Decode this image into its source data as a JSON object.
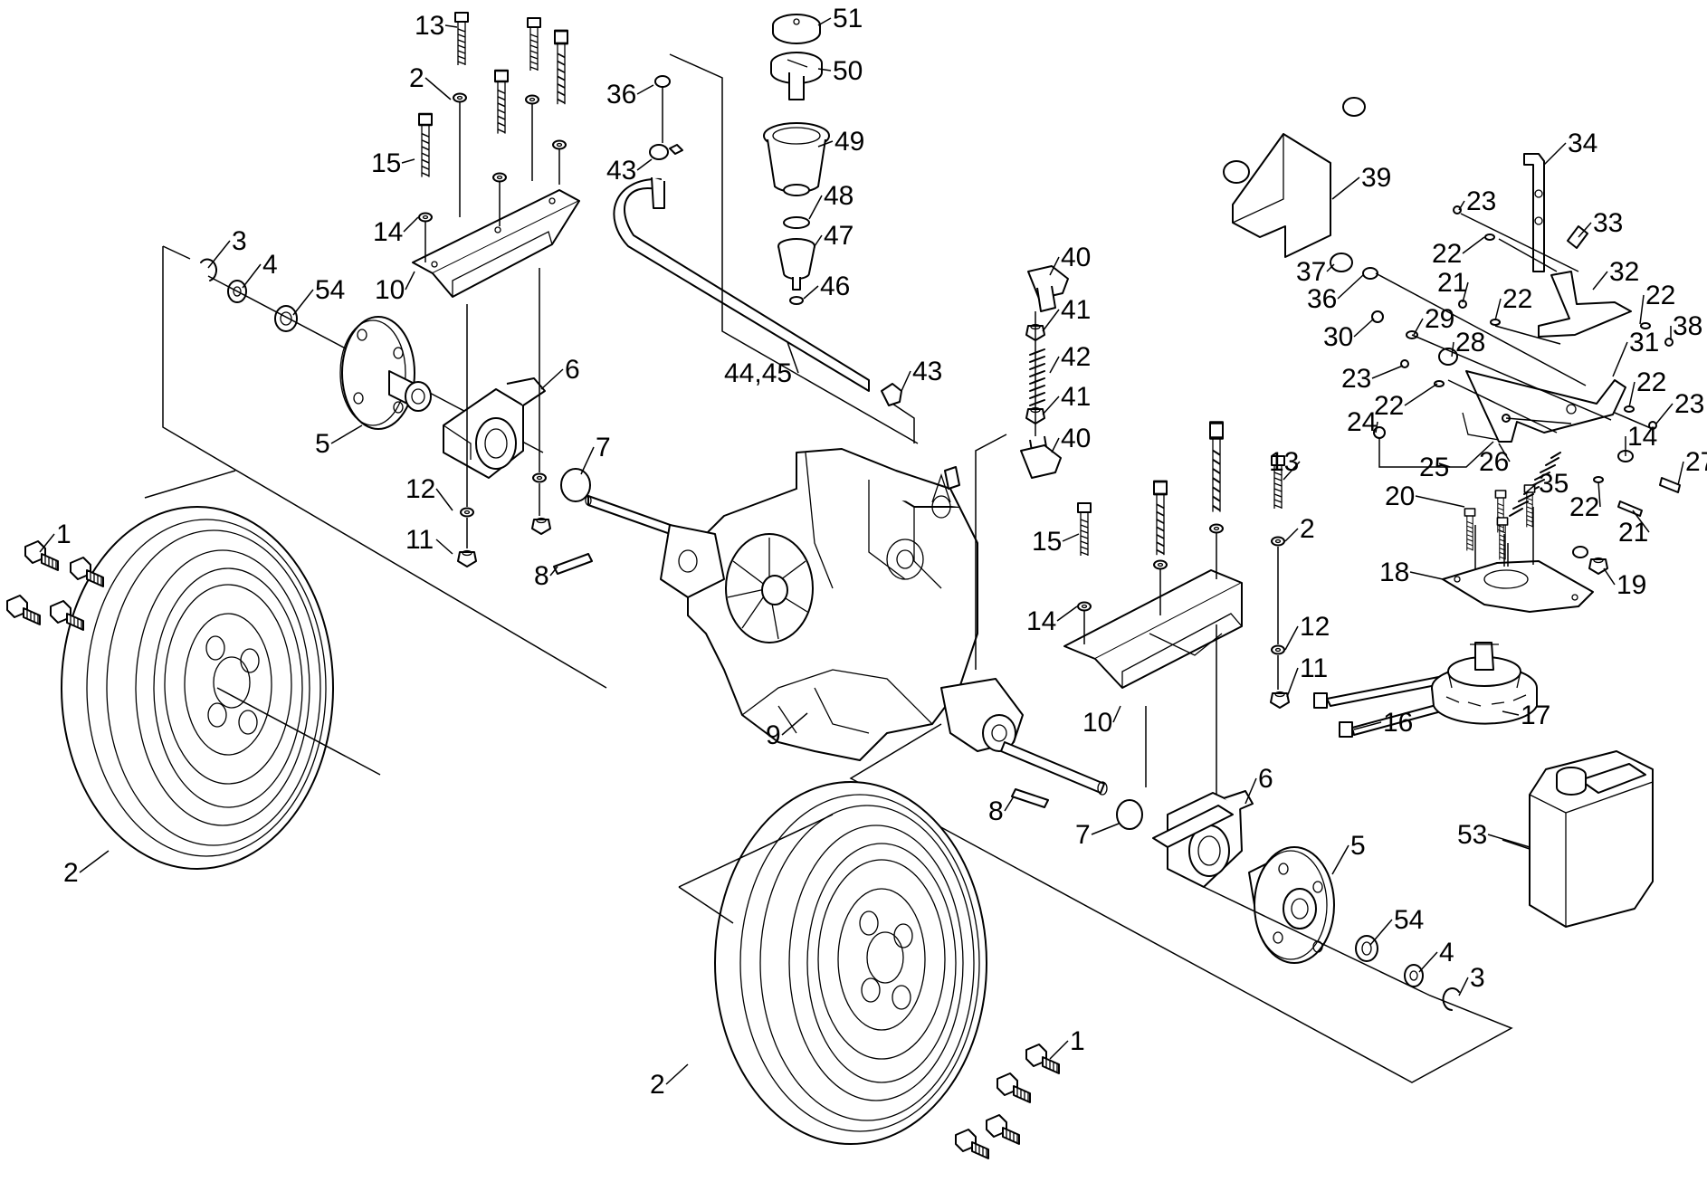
{
  "diagram": {
    "colors": {
      "line": "#000000",
      "background": "#ffffff"
    },
    "labels": [
      {
        "id": "l13a",
        "text": "13"
      },
      {
        "id": "l2a",
        "text": "2"
      },
      {
        "id": "l15a",
        "text": "15"
      },
      {
        "id": "l14a",
        "text": "14"
      },
      {
        "id": "l10a",
        "text": "10"
      },
      {
        "id": "l3a",
        "text": "3"
      },
      {
        "id": "l4a",
        "text": "4"
      },
      {
        "id": "l54a",
        "text": "54"
      },
      {
        "id": "l5a",
        "text": "5"
      },
      {
        "id": "l6a",
        "text": "6"
      },
      {
        "id": "l12a",
        "text": "12"
      },
      {
        "id": "l11a",
        "text": "11"
      },
      {
        "id": "l7a",
        "text": "7"
      },
      {
        "id": "l8a",
        "text": "8"
      },
      {
        "id": "l1a",
        "text": "1"
      },
      {
        "id": "l2c",
        "text": "2"
      },
      {
        "id": "l36a",
        "text": "36"
      },
      {
        "id": "l43a",
        "text": "43"
      },
      {
        "id": "l51",
        "text": "51"
      },
      {
        "id": "l50",
        "text": "50"
      },
      {
        "id": "l49",
        "text": "49"
      },
      {
        "id": "l48",
        "text": "48"
      },
      {
        "id": "l47",
        "text": "47"
      },
      {
        "id": "l46",
        "text": "46"
      },
      {
        "id": "l4445",
        "text": "44,45"
      },
      {
        "id": "l43b",
        "text": "43"
      },
      {
        "id": "l40a",
        "text": "40"
      },
      {
        "id": "l41a",
        "text": "41"
      },
      {
        "id": "l42",
        "text": "42"
      },
      {
        "id": "l41b",
        "text": "41"
      },
      {
        "id": "l40b",
        "text": "40"
      },
      {
        "id": "l9",
        "text": "9"
      },
      {
        "id": "l15b",
        "text": "15"
      },
      {
        "id": "l14b",
        "text": "14"
      },
      {
        "id": "l10b",
        "text": "10"
      },
      {
        "id": "l13b",
        "text": "13"
      },
      {
        "id": "l2b",
        "text": "2"
      },
      {
        "id": "l12b",
        "text": "12"
      },
      {
        "id": "l11b",
        "text": "11"
      },
      {
        "id": "l16",
        "text": "16"
      },
      {
        "id": "l17",
        "text": "17"
      },
      {
        "id": "l6b",
        "text": "6"
      },
      {
        "id": "l8b",
        "text": "8"
      },
      {
        "id": "l7b",
        "text": "7"
      },
      {
        "id": "l5b",
        "text": "5"
      },
      {
        "id": "l54b",
        "text": "54"
      },
      {
        "id": "l4b",
        "text": "4"
      },
      {
        "id": "l3b",
        "text": "3"
      },
      {
        "id": "l2d",
        "text": "2"
      },
      {
        "id": "l1b",
        "text": "1"
      },
      {
        "id": "l53",
        "text": "53"
      },
      {
        "id": "l39",
        "text": "39"
      },
      {
        "id": "l34",
        "text": "34"
      },
      {
        "id": "l23a",
        "text": "23"
      },
      {
        "id": "l33",
        "text": "33"
      },
      {
        "id": "l22a",
        "text": "22"
      },
      {
        "id": "l37",
        "text": "37"
      },
      {
        "id": "l36b",
        "text": "36"
      },
      {
        "id": "l21a",
        "text": "21"
      },
      {
        "id": "l22b",
        "text": "22"
      },
      {
        "id": "l32",
        "text": "32"
      },
      {
        "id": "l22c",
        "text": "22"
      },
      {
        "id": "l38",
        "text": "38"
      },
      {
        "id": "l30",
        "text": "30"
      },
      {
        "id": "l29",
        "text": "29"
      },
      {
        "id": "l28",
        "text": "28"
      },
      {
        "id": "l31",
        "text": "31"
      },
      {
        "id": "l23b",
        "text": "23"
      },
      {
        "id": "l22d",
        "text": "22"
      },
      {
        "id": "l22e",
        "text": "22"
      },
      {
        "id": "l23c",
        "text": "23"
      },
      {
        "id": "l24",
        "text": "24"
      },
      {
        "id": "l26",
        "text": "26"
      },
      {
        "id": "l14c",
        "text": "14"
      },
      {
        "id": "l27",
        "text": "27"
      },
      {
        "id": "l25",
        "text": "25"
      },
      {
        "id": "l35",
        "text": "35"
      },
      {
        "id": "l20",
        "text": "20"
      },
      {
        "id": "l22f",
        "text": "22"
      },
      {
        "id": "l21b",
        "text": "21"
      },
      {
        "id": "l18",
        "text": "18"
      },
      {
        "id": "l19",
        "text": "19"
      }
    ]
  }
}
